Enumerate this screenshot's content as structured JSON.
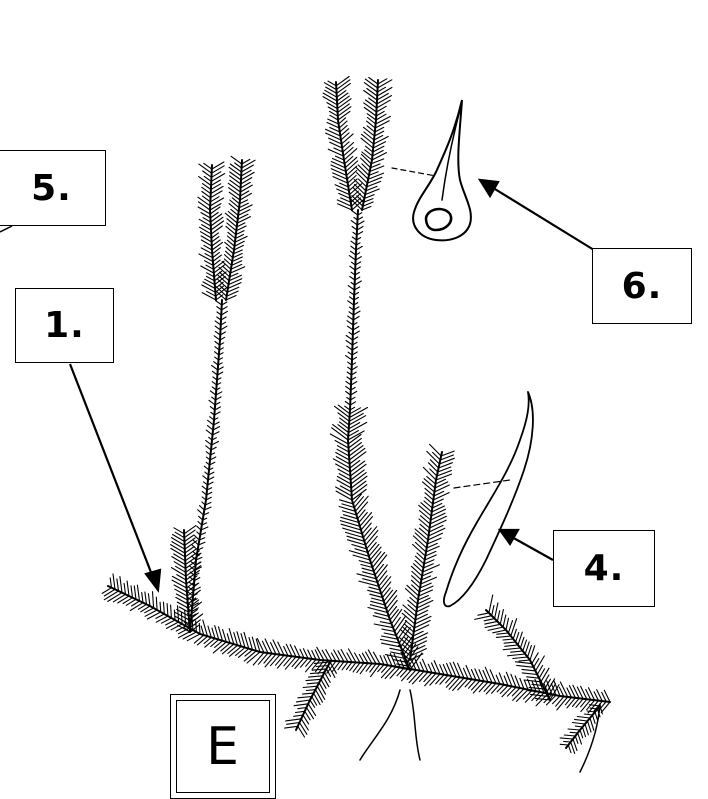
{
  "labels": {
    "five": "5.",
    "one": "1.",
    "six": "6.",
    "four": "4.",
    "panel": "E"
  },
  "colors": {
    "ink": "#000000",
    "background": "#ffffff"
  }
}
